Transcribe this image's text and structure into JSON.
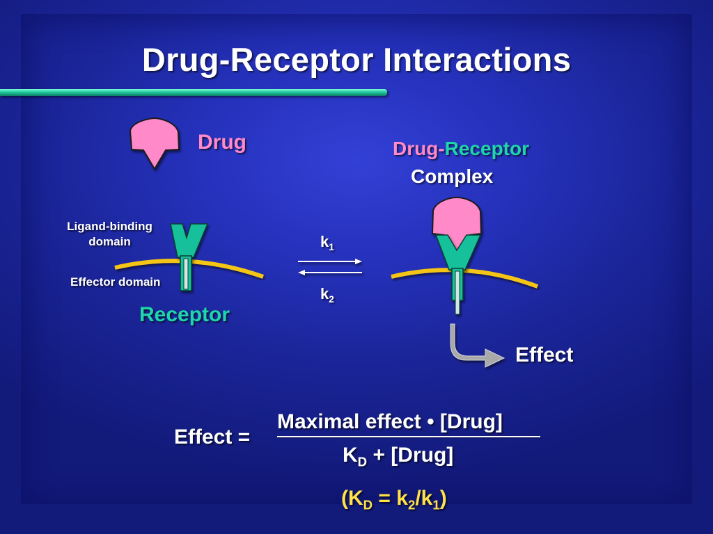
{
  "title": "Drug-Receptor Interactions",
  "labels": {
    "drug": "Drug",
    "complex_drug": "Drug-",
    "complex_receptor": "Receptor",
    "complex_line2": "Complex",
    "ligand_binding_domain": "Ligand-binding domain",
    "effector_domain": "Effector domain",
    "receptor": "Receptor",
    "k1_base": "k",
    "k1_sub": "1",
    "k2_base": "k",
    "k2_sub": "2",
    "effect": "Effect"
  },
  "equation": {
    "lhs": "Effect =",
    "numerator": "Maximal effect • [Drug]",
    "den_k": "K",
    "den_sub": "D",
    "den_rest": " + [Drug]",
    "kd_open": "(K",
    "kd_sub_d": "D",
    "kd_mid": " = k",
    "kd_sub_2": "2",
    "kd_slash": "/k",
    "kd_sub_1": "1",
    "kd_close": ")"
  },
  "colors": {
    "background": "#2430b8",
    "drug_pink": "#ff89c9",
    "receptor_teal": "#1ed6a9",
    "membrane_yellow": "#f5c518",
    "kd_yellow": "#ffe24a",
    "text_white": "#ffffff"
  }
}
